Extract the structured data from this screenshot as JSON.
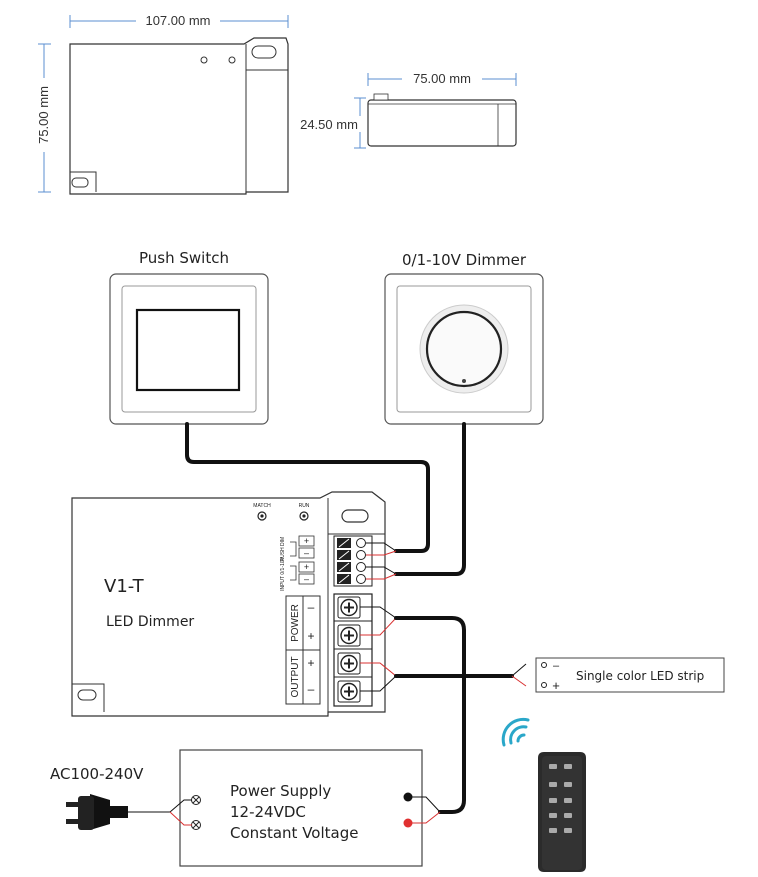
{
  "dimensions": {
    "top_width": "107.00 mm",
    "left_height": "75.00 mm",
    "side_width": "75.00 mm",
    "side_height": "24.50 mm"
  },
  "push_switch": {
    "label": "Push Switch"
  },
  "dimmer_knob": {
    "label": "0/1-10V Dimmer"
  },
  "controller": {
    "model": "V1-T",
    "subtitle": "LED Dimmer",
    "match_label": "MATCH",
    "run_label": "RUN",
    "push_dim_label": "PUSH DIM",
    "input_label": "INPUT 0/1-10V",
    "power_label": "POWER",
    "output_label": "OUTPUT",
    "terminal_plus": "+",
    "terminal_minus": "–"
  },
  "led_strip": {
    "label": "Single color LED strip",
    "minus": "–",
    "plus": "+"
  },
  "ac_input": {
    "label": "AC100-240V"
  },
  "power_supply": {
    "line1": "Power Supply",
    "line2": "12-24VDC",
    "line3": "Constant Voltage"
  },
  "colors": {
    "dimension_line": "#5b8fd0",
    "wire": "#111111",
    "wire_red": "#d83030",
    "wifi": "#2aa7c9",
    "remote": "#2b2b2b"
  }
}
